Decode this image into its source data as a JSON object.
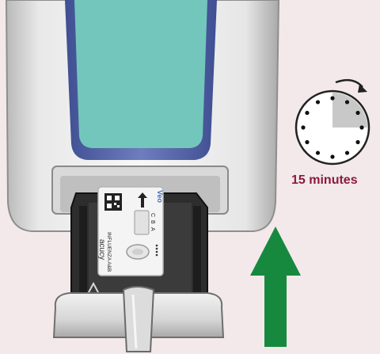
{
  "timer": {
    "duration_label": "15 minutes",
    "elapsed_fraction": 0.25,
    "hour_marks": 12
  },
  "cassette": {
    "brand": "acucy",
    "test_name": "INFLUENZA A&B",
    "line_labels": [
      "C",
      "B",
      "A"
    ],
    "corner_mark": "Veo"
  },
  "arrow": {
    "direction": "up",
    "color": "#17893f"
  },
  "colors": {
    "background": "#f3e9ea",
    "screen": "#73c6bc",
    "screen_frame": "#5a6aa8",
    "label_color": "#8a1a3c",
    "timer_fill": "#c8c8c8"
  }
}
